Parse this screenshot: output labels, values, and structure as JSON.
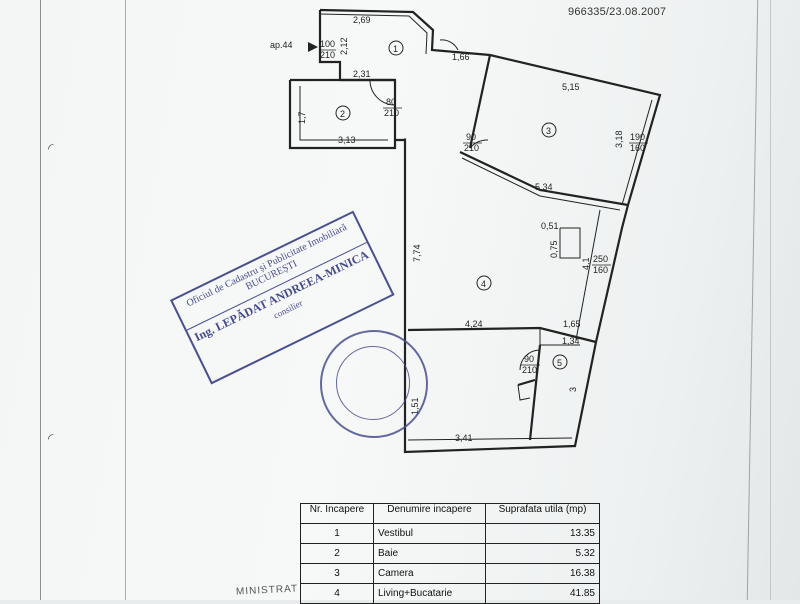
{
  "document": {
    "reference": "966335/23.08.2007",
    "apartment_marker": "ap.44"
  },
  "rooms": [
    {
      "nr": "1",
      "marker": "1"
    },
    {
      "nr": "2",
      "marker": "2"
    },
    {
      "nr": "3",
      "marker": "3"
    },
    {
      "nr": "4",
      "marker": "4"
    },
    {
      "nr": "5",
      "marker": "5"
    }
  ],
  "dimensions": {
    "d1": "2,69",
    "d2": "2,12",
    "d3": "1,66",
    "d4": "2,31",
    "d5": "5,15",
    "d6": "1,7",
    "d7": "3,13",
    "d8": "3,18",
    "d9": "5,34",
    "d10": "7,74",
    "d11": "0,51",
    "d12": "0,75",
    "d13": "4,1",
    "d14": "4,24",
    "d15": "1,65",
    "d16": "1,34",
    "d17": "3",
    "d18": "1,51",
    "d19": "3,41"
  },
  "openings": {
    "o1_w": "100",
    "o1_h": "210",
    "o2_w": "80",
    "o2_h": "210",
    "o3_w": "90",
    "o3_h": "210",
    "o4_w": "190",
    "o4_h": "160",
    "o5_w": "250",
    "o5_h": "160",
    "o6_w": "90",
    "o6_h": "210"
  },
  "stamp": {
    "line1": "Oficiul de Cadastru și Publicitate Imobiliară",
    "line2": "BUCUREȘTI",
    "line3": "Ing. LEPĂDAT ANDREEA-MINICA",
    "line4": "consilier"
  },
  "table": {
    "headers": {
      "nr": "Nr. Incapere",
      "name": "Denumire incapere",
      "area": "Suprafata utila (mp)"
    },
    "rows": [
      {
        "nr": "1",
        "name": "Vestibul",
        "area": "13.35"
      },
      {
        "nr": "2",
        "name": "Baie",
        "area": "5.32"
      },
      {
        "nr": "3",
        "name": "Camera",
        "area": "16.38"
      },
      {
        "nr": "4",
        "name": "Living+Bucatarie",
        "area": "41.85"
      }
    ]
  },
  "footer_fragment": "MINISTRAT"
}
